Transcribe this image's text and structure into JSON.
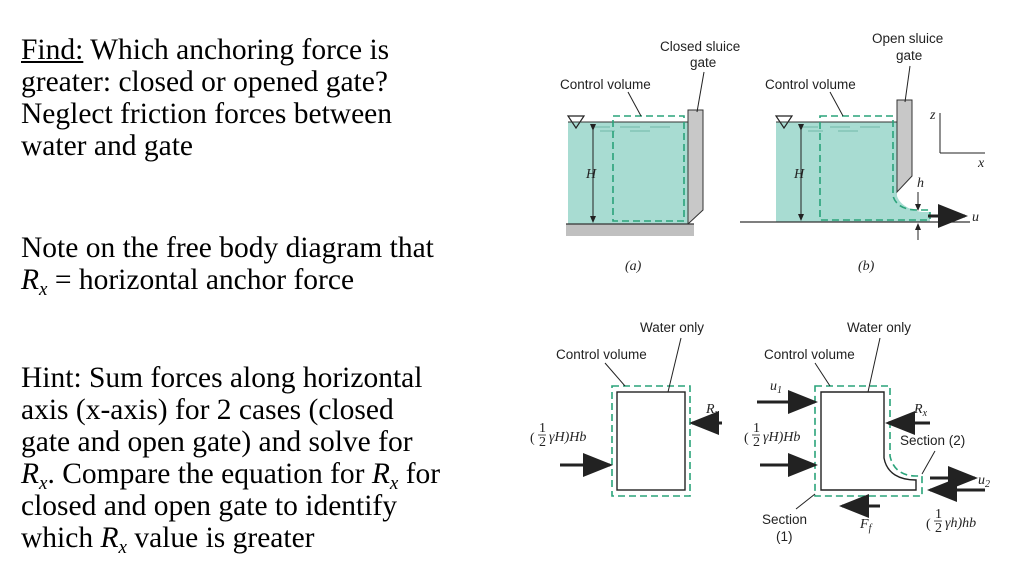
{
  "text": {
    "find_label": "Find:",
    "find_line1": " Which anchoring force is",
    "find_line2": "greater: closed or opened gate?",
    "find_line3": "Neglect friction forces between",
    "find_line4": "water and gate",
    "note_line1": "Note on the free body diagram that",
    "note_R": "R",
    "note_sub": "x",
    "note_rest": " = horizontal anchor force",
    "hint_line1": "Hint: Sum forces along horizontal",
    "hint_line2": "axis (x-axis) for 2 cases (closed",
    "hint_line3": "gate and open gate) and solve for",
    "hint_R1": "R",
    "hint_sub1": "x",
    "hint_mid": ". Compare the equation for ",
    "hint_R2": "R",
    "hint_sub2": "x",
    "hint_end": "  for",
    "hint_line5": "closed and open gate to identify",
    "hint_line6a": "which ",
    "hint_R3": "R",
    "hint_sub3": "x",
    "hint_line6b": " value is greater"
  },
  "figure": {
    "closed_gate_label_1": "Closed sluice",
    "closed_gate_label_2": "gate",
    "open_gate_label_1": "Open sluice",
    "open_gate_label_2": "gate",
    "control_volume": "Control volume",
    "water_only": "Water only",
    "H": "H",
    "h": "h",
    "u": "u",
    "z": "z",
    "x": "x",
    "caption_a": "(a)",
    "caption_b": "(b)",
    "Rx": "R",
    "Rx_sub": "x",
    "hydro_big_left": "(",
    "half": "1",
    "half_den": "2",
    "gammaHHb": "γH)Hb",
    "gammahhb": "γh)hb",
    "u1": "u",
    "u1_sub": "1",
    "u2": "u",
    "u2_sub": "2",
    "section2": "Section (2)",
    "section1_a": "Section",
    "section1_b": "(1)",
    "Ff": "F",
    "Ff_sub": "f"
  },
  "colors": {
    "water": "#a8dcd2",
    "cv_dash": "#2aa37a",
    "gate": "#c8c8c8",
    "floor": "#c0c0c0"
  }
}
